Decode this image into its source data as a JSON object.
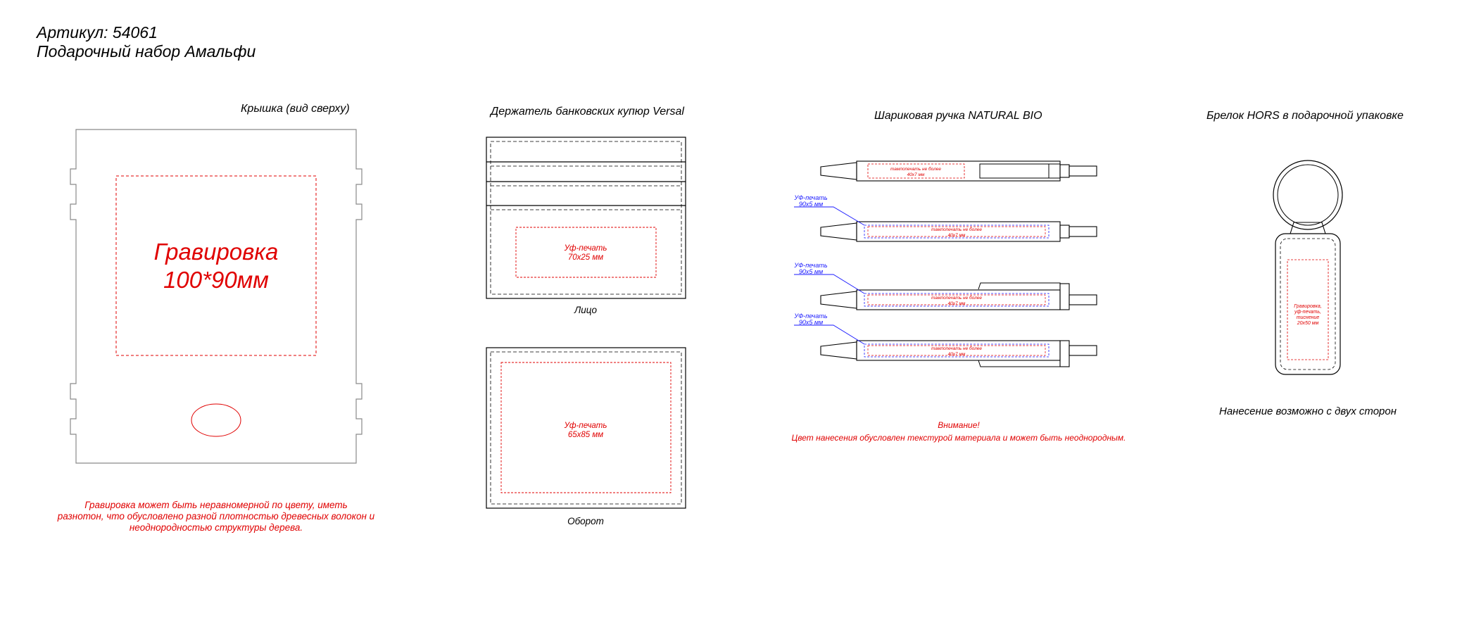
{
  "header": {
    "article": "Артикул: 54061",
    "product_name": "Подарочный набор Амальфи"
  },
  "lid": {
    "title": "Крышка (вид сверху)",
    "engraving_line1": "Гравировка",
    "engraving_line2": "100*90мм",
    "note_line1": "Гравировка может быть неравномерной по цвету, иметь",
    "note_line2": "разнотон, что обусловлено разной плотностью древесных волокон и",
    "note_line3": "неоднородностью структуры дерева."
  },
  "holder": {
    "title": "Держатель банковских купюр Versal",
    "front_label": "Лицо",
    "front_print_line1": "Уф-печать",
    "front_print_line2": "70х25 мм",
    "back_label": "Оборот",
    "back_print_line1": "Уф-печать",
    "back_print_line2": "65х85 мм"
  },
  "pen": {
    "title": "Шариковая ручка NATURAL BIO",
    "pad_line1": "тампопечать не более",
    "pad_line2": "40х7 мм",
    "uv_line1": "УФ-печать",
    "uv_line2": "90х5 мм",
    "attention": "Внимание!",
    "attention_note": "Цвет нанесения обусловлен текстурой материала и может быть неоднородным."
  },
  "keychain": {
    "title": "Брелок HORS в подарочной упаковке",
    "print_line1": "Гравировка,",
    "print_line2": "уф-печать,",
    "print_line3": "тиснение",
    "print_line4": "20х50 мм",
    "note": "Нанесение возможно с двух сторон"
  },
  "colors": {
    "outline": "#000000",
    "print_area": "#e00000",
    "uv_marker": "#1a1aff"
  }
}
